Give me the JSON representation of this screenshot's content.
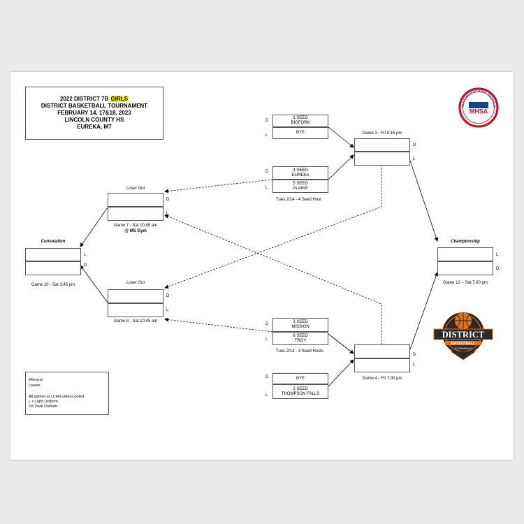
{
  "title": {
    "line1_pre": "2022 DISTRICT 7B ",
    "line1_highlight": "GIRLS",
    "line2": "DISTRICT BASKETBALL TOURNAMENT",
    "line3": "FEBRUARY 14, 17&18, 2023",
    "line4": "LINCOLN COUNTY HS",
    "line5": "EUREKA, MT"
  },
  "slots": {
    "s1": {
      "seed": "1 SEED",
      "team": "BIGFORK"
    },
    "bye_top": {
      "team": "BYE"
    },
    "s4": {
      "seed": "4 SEED",
      "team": "EUREKA"
    },
    "s5": {
      "seed": "5 SEED",
      "team": "PLAINS"
    },
    "s3": {
      "seed": "3 SEED",
      "team": "MISSION"
    },
    "s6": {
      "seed": "6 SEED",
      "team": "TROY"
    },
    "bye_bottom": {
      "team": "BYE"
    },
    "s2": {
      "seed": "2 SEED",
      "team": "THOMPSON FALLS"
    }
  },
  "labels": {
    "game3": "Game 3 - Fri 5:15 pm",
    "tues_top": "Tues 2/14 -  4 Seed Host",
    "loser_out_top": "Loser Out",
    "game7": "Game 7 - Sat 10:45 am",
    "ms_gym": "@ MS Gym",
    "consolation": "Consolation",
    "game10": "Game 10 - Sat 3:45 pm",
    "loser_out_bottom": "Loser Out",
    "game8": "Game 8 - Sat 10:45 am",
    "tues_bottom": "Tues 2/14 - 3 Seed Hosts",
    "game4": "Game 4 - Fri 7:00 pm",
    "championship": "Championship",
    "game12": "Game 12 – Sat 7:00 pm"
  },
  "sides": {
    "dark": "D",
    "light": "L"
  },
  "legend": {
    "winners": "Winners",
    "losers": "Losers",
    "note1": "All games at LCHS unless noted.",
    "note2": "L = Light Uniform",
    "note3": "D= Dark Uniform"
  },
  "logos": {
    "mhsa_ring": "MONTANA HIGH SCHOOL ASSOCIATION",
    "mhsa_center": "MHSA",
    "district_main": "DISTRICT",
    "district_sub": "BASKETBALL",
    "district_sub2": "TOURNAMENT"
  },
  "colors": {
    "mhsa_red": "#c8102e",
    "mhsa_blue": "#1f3f8f",
    "ball_orange": "#e5731b",
    "badge_dark": "#2a2a2a"
  }
}
